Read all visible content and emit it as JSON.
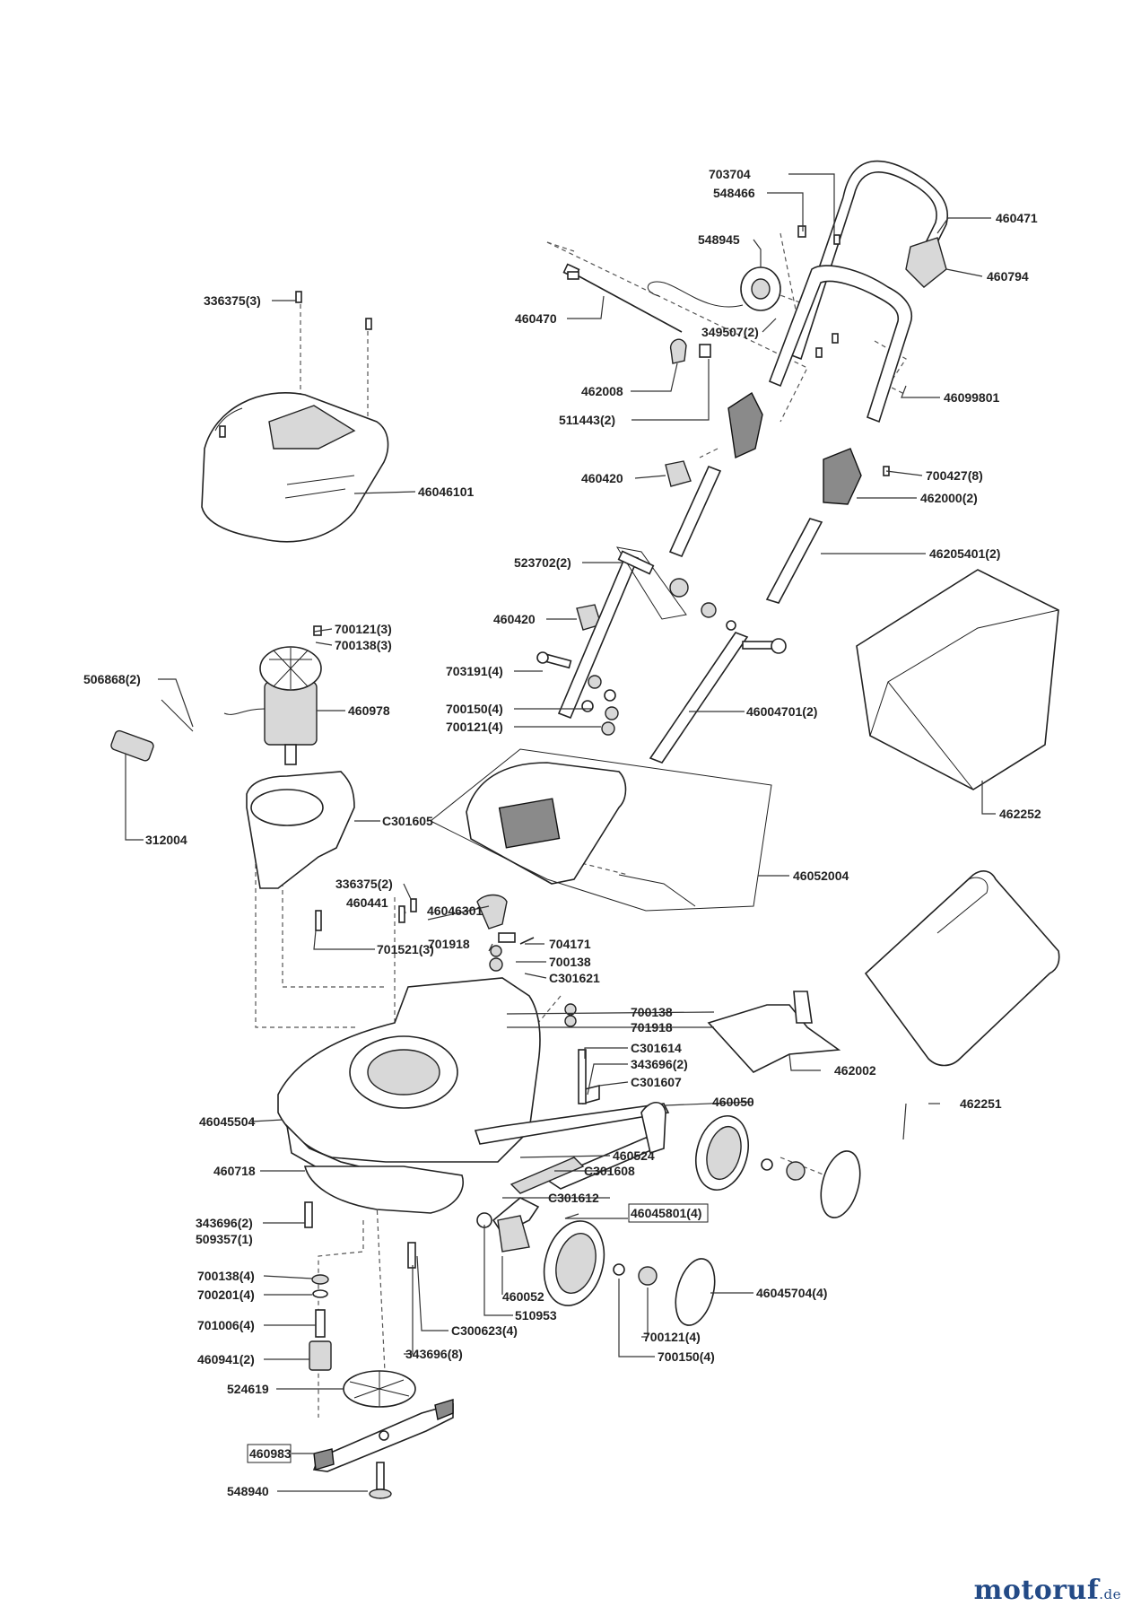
{
  "labels": {
    "l703704": "703704",
    "l548466": "548466",
    "l460471": "460471",
    "l548945": "548945",
    "l460794": "460794",
    "l336375_3": "336375(3)",
    "l460470": "460470",
    "l349507_2": "349507(2)",
    "l462008": "462008",
    "l46099801": "46099801",
    "l511443_2": "511443(2)",
    "l460420_a": "460420",
    "l700427_8": "700427(8)",
    "l46046101": "46046101",
    "l462000_2": "462000(2)",
    "l523702_2": "523702(2)",
    "l46205401_2": "46205401(2)",
    "l460420_b": "460420",
    "l700121_3": "700121(3)",
    "l700138_3": "700138(3)",
    "l506868_2": "506868(2)",
    "l703191_4": "703191(4)",
    "l460978": "460978",
    "l700150_4a": "700150(4)",
    "l46004701_2": "46004701(2)",
    "l700121_4a": "700121(4)",
    "l462252": "462252",
    "l312004": "312004",
    "l C301605": "C301605",
    "l46052004": "46052004",
    "l336375_2": "336375(2)",
    "l460441": "460441",
    "l46046301": "46046301",
    "l701521_3": "701521(3)",
    "l701918_a": "701918",
    "l704171": "704171",
    "l700138_a": "700138",
    "lC301621": "C301621",
    "l700138_b": "700138",
    "l701918_b": "701918",
    "lC301614": "C301614",
    "l343696_2a": "343696(2)",
    "lC301607": "C301607",
    "l462002": "462002",
    "l462251": "462251",
    "l460050": "460050",
    "l46045504": "46045504",
    "l460718": "460718",
    "l460524": "460524",
    "lC301608": "C301608",
    "lC301612": "C301612",
    "l46045801_4": "46045801(4)",
    "l343696_2b": "343696(2)",
    "l509357_1": "509357(1)",
    "l700138_4": "700138(4)",
    "l700201_4": "700201(4)",
    "l460052": "460052",
    "l46045704_4": "46045704(4)",
    "l510953": "510953",
    "l701006_4": "701006(4)",
    "lC300623_4": "C300623(4)",
    "l700121_4b": "700121(4)",
    "l460941_2": "460941(2)",
    "l343696_8": "343696(8)",
    "l700150_4b": "700150(4)",
    "l524619": "524619",
    "l460983": "460983",
    "l548940": "548940"
  },
  "watermark": {
    "brand": "motoruf",
    "tld": ".de"
  }
}
